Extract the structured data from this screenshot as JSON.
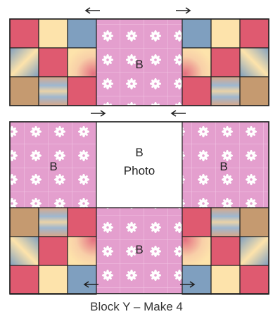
{
  "block_label": "B",
  "photo_label": "Photo",
  "caption": "Block Y – Make 4",
  "colors": {
    "red": "#df5a70",
    "yellow": "#fde3ab",
    "blue": "#7f9fbf",
    "tan": "#c59a70",
    "pink": "#e49fce",
    "pink_grid": "#f3c8e6",
    "flower": "#ffffff",
    "outline": "#222222",
    "photo": "#ffffff"
  },
  "icons": {
    "arrow_left": "arrow-left-icon",
    "arrow_right": "arrow-right-icon",
    "flower": "flower-icon"
  }
}
